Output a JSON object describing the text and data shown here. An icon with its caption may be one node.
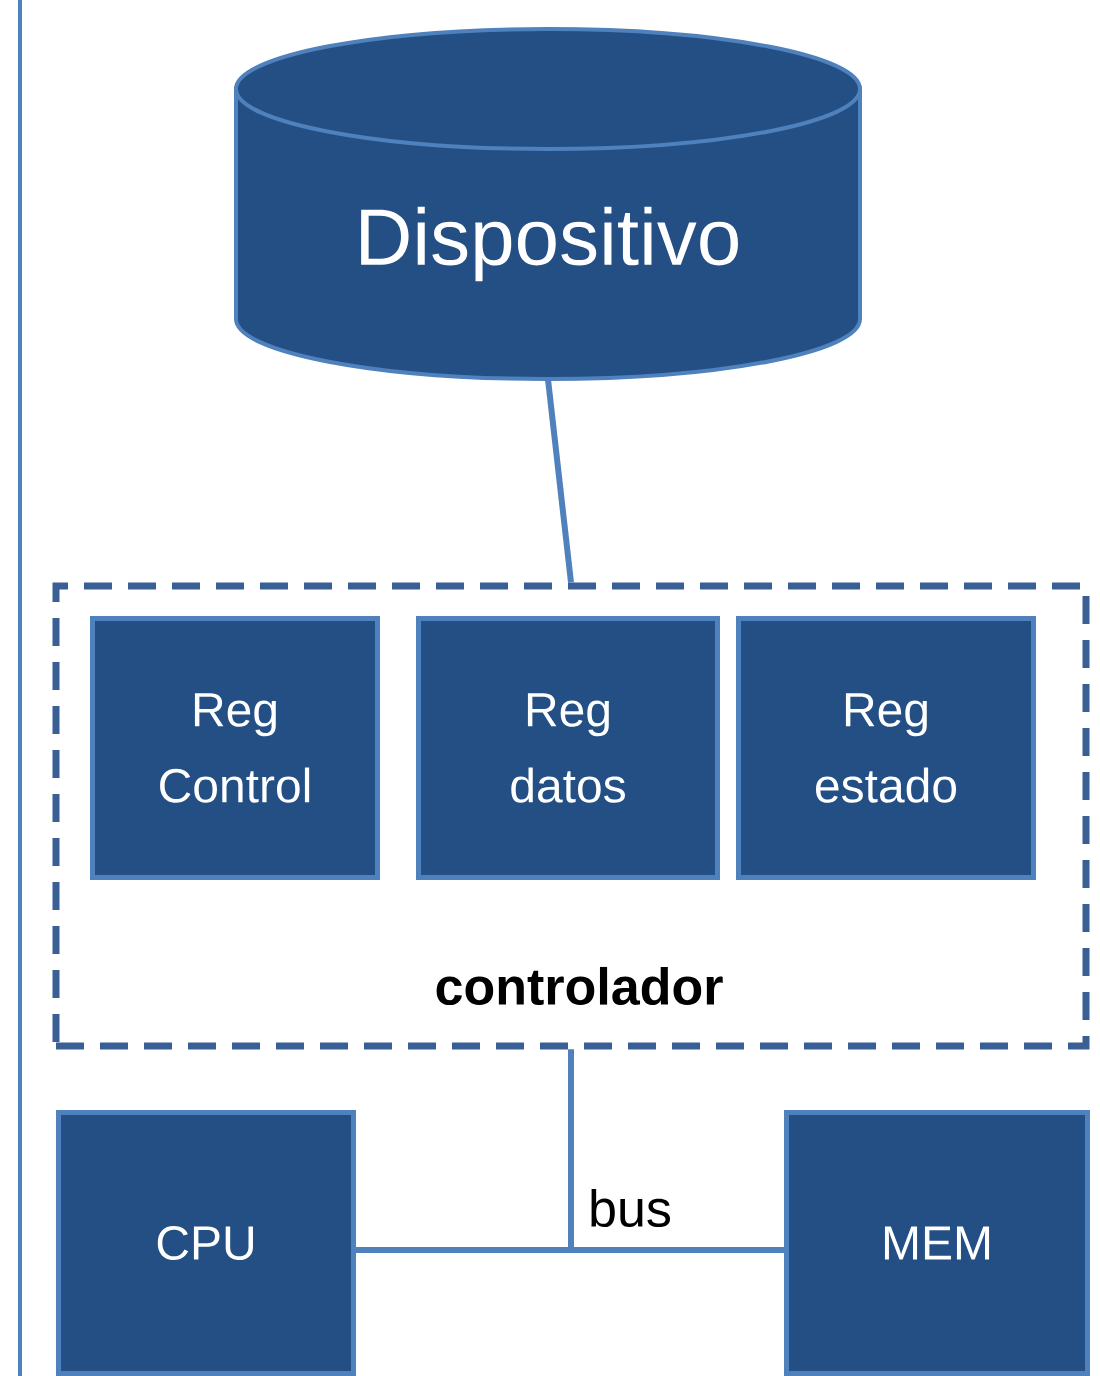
{
  "diagram": {
    "nodes": [
      {
        "text": [
          "Dispositivo"
        ]
      },
      {
        "text": [
          "controlador"
        ]
      },
      {
        "text": [
          "Reg Control"
        ],
        "in": 1
      },
      {
        "text": [
          "Reg datos"
        ],
        "in": 1
      },
      {
        "text": [
          "Reg estado"
        ],
        "in": 1
      },
      {
        "text": [
          "CPU"
        ]
      },
      {
        "text": [
          "MEM"
        ]
      }
    ],
    "edges": [
      {
        "from": 0,
        "to": 1,
        "arrow": "none"
      },
      {
        "from": 1,
        "to": 5,
        "arrow": "none"
      },
      {
        "from": 1,
        "to": 6,
        "arrow": "none"
      }
    ],
    "labels": [
      "bus"
    ]
  }
}
